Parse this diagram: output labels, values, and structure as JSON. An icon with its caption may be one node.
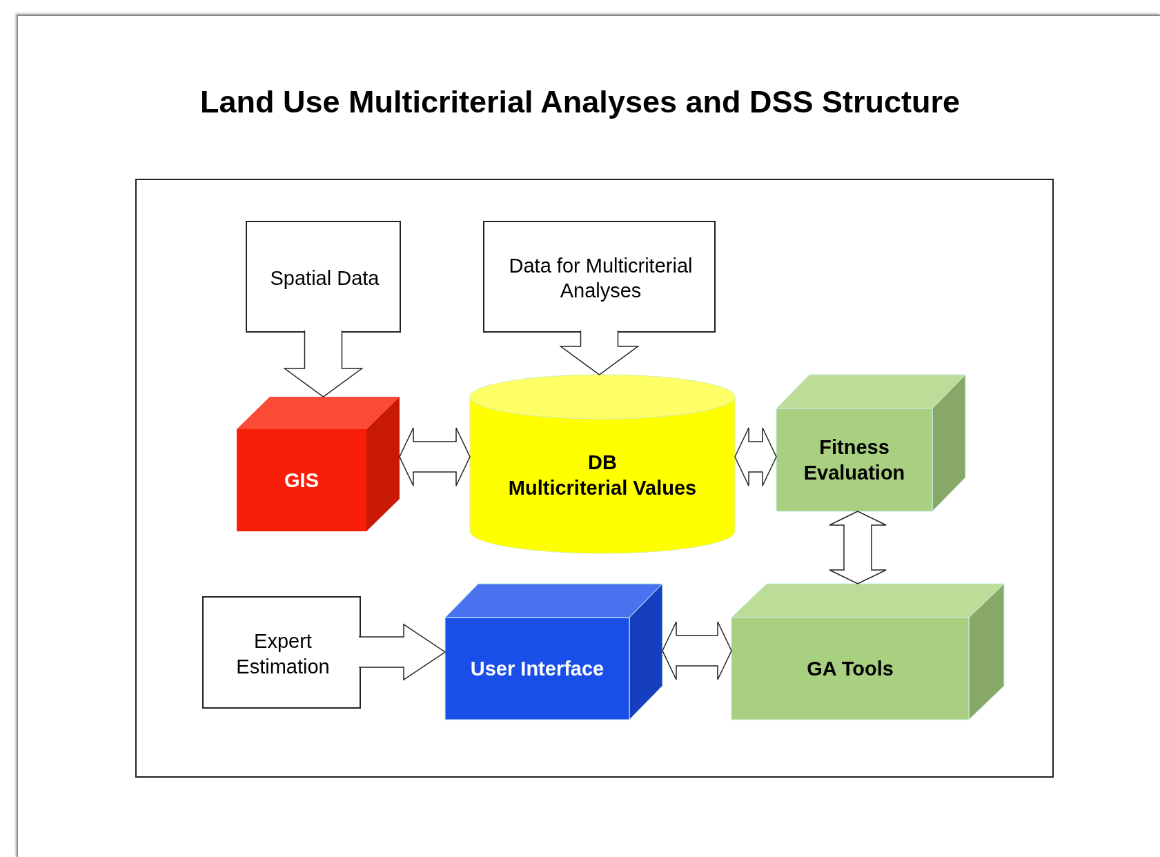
{
  "diagram": {
    "title": "Land Use Multicriterial Analyses and DSS Structure",
    "nodes": [
      {
        "text": [
          "Spatial Data"
        ]
      },
      {
        "text": [
          "Data for Multicriterial Analyses"
        ]
      },
      {
        "text": [
          "GIS"
        ]
      },
      {
        "text": [
          "DB",
          "Multicriterial Values"
        ]
      },
      {
        "text": [
          "Fitness Evaluation"
        ]
      },
      {
        "text": [
          "Expert Estimation"
        ]
      },
      {
        "text": [
          "User Interface"
        ]
      },
      {
        "text": [
          "GA Tools"
        ]
      }
    ],
    "edges": [
      {
        "from": 0,
        "to": 2,
        "arrow": "to"
      },
      {
        "from": 1,
        "to": 3,
        "arrow": "to"
      },
      {
        "from": 2,
        "to": 3,
        "arrow": "both"
      },
      {
        "from": 3,
        "to": 4,
        "arrow": "both"
      },
      {
        "from": 4,
        "to": 7,
        "arrow": "both"
      },
      {
        "from": 5,
        "to": 6,
        "arrow": "to"
      },
      {
        "from": 6,
        "to": 7,
        "arrow": "both"
      }
    ]
  }
}
